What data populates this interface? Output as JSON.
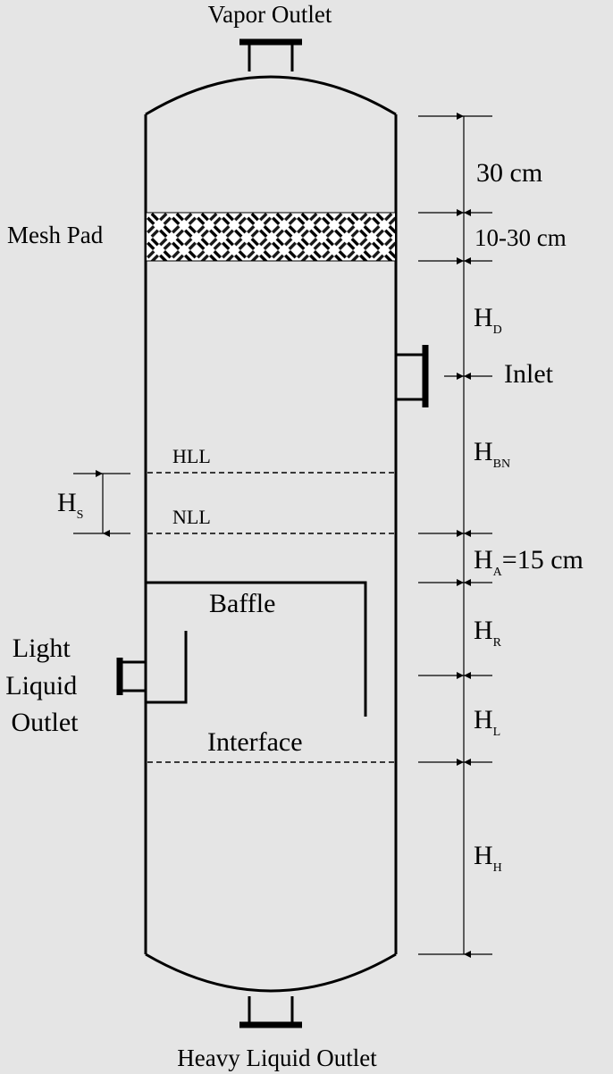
{
  "labels": {
    "vapor_outlet": "Vapor Outlet",
    "heavy_liquid_outlet": "Heavy Liquid Outlet",
    "mesh_pad": "Mesh Pad",
    "inlet": "Inlet",
    "hll": "HLL",
    "nll": "NLL",
    "baffle": "Baffle",
    "interface": "Interface",
    "light_liquid_outlet": [
      "Light",
      "Liquid",
      "Outlet"
    ]
  },
  "dimensions": {
    "top_space": "30 cm",
    "mesh_pad_thickness": "10-30 cm",
    "h_d": {
      "main": "H",
      "sub": "D"
    },
    "h_bn": {
      "main": "H",
      "sub": "BN"
    },
    "h_a": {
      "main": "H",
      "sub": "A",
      "suffix": "=15 cm"
    },
    "h_r": {
      "main": "H",
      "sub": "R"
    },
    "h_l": {
      "main": "H",
      "sub": "L"
    },
    "h_h": {
      "main": "H",
      "sub": "H"
    },
    "h_s": {
      "main": "H",
      "sub": "S"
    }
  },
  "colors": {
    "background": "#e5e5e5",
    "line": "#000000",
    "mesh_light": "#ffffff",
    "mesh_dark": "#000000"
  }
}
